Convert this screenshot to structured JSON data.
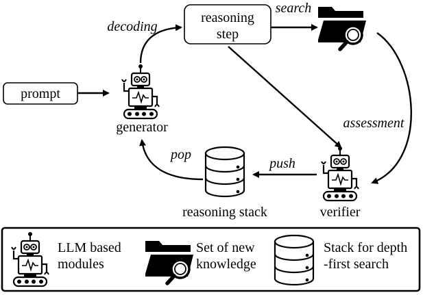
{
  "nodes": {
    "prompt": "prompt",
    "reasoning_step": [
      "reasoning",
      "step"
    ],
    "generator": "generator",
    "verifier": "verifier",
    "reasoning_stack": "reasoning stack"
  },
  "edges": {
    "decoding": "decoding",
    "search": "search",
    "assessment": "assessment",
    "push": "push",
    "pop": "pop"
  },
  "legend": {
    "robot": [
      "LLM based",
      "modules"
    ],
    "folder": [
      "Set of new",
      "knowledge"
    ],
    "stack": [
      "Stack for depth",
      "-first search"
    ]
  },
  "icons": {
    "robot": "robot-icon",
    "folder": "folder-search-icon",
    "stack": "database-stack-icon"
  }
}
